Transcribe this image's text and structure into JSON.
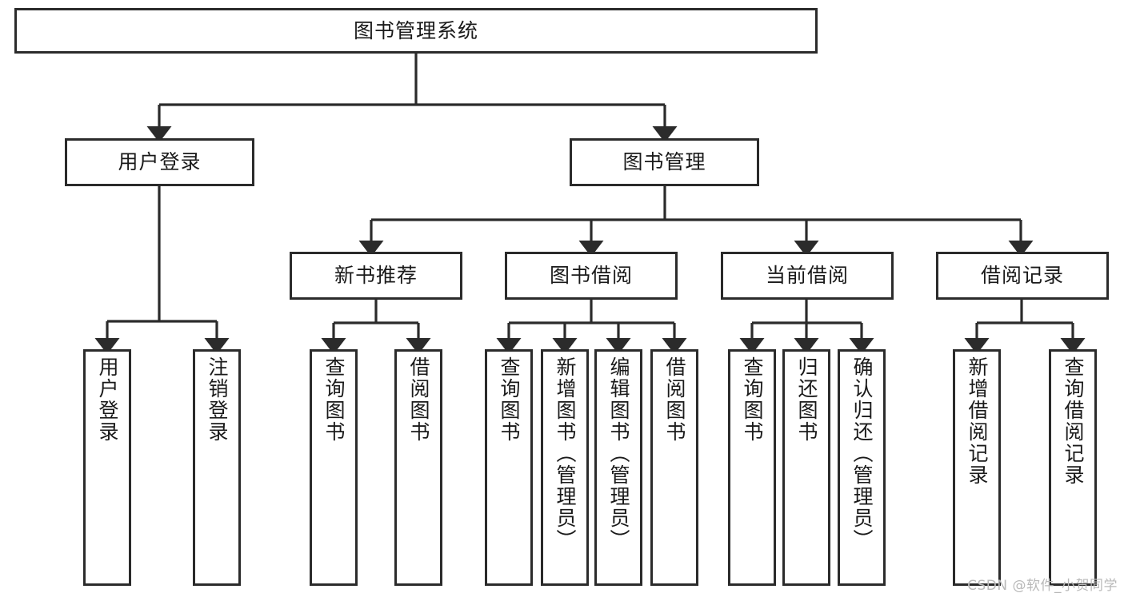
{
  "diagram": {
    "type": "tree-hierarchy-chart",
    "title": "图书管理系统",
    "stroke_color": "#2b2b2b",
    "fill_color": "#ffffff",
    "text_color": "#1a1a1a"
  },
  "root": {
    "label": "图书管理系统"
  },
  "level2": [
    {
      "label": "用户登录"
    },
    {
      "label": "图书管理"
    }
  ],
  "level3": [
    {
      "label": "新书推荐"
    },
    {
      "label": "图书借阅"
    },
    {
      "label": "当前借阅"
    },
    {
      "label": "借阅记录"
    }
  ],
  "leaves": {
    "user_login": [
      {
        "label": "用户登录"
      },
      {
        "label": "注销登录"
      }
    ],
    "new_book_recommend": [
      {
        "label": "查询图书"
      },
      {
        "label": "借阅图书"
      }
    ],
    "book_borrow": [
      {
        "label": "查询图书"
      },
      {
        "label": "新增图书（管理员）"
      },
      {
        "label": "编辑图书（管理员）"
      },
      {
        "label": "借阅图书"
      }
    ],
    "current_borrow": [
      {
        "label": "查询图书"
      },
      {
        "label": "归还图书"
      },
      {
        "label": "确认归还（管理员）"
      }
    ],
    "borrow_record": [
      {
        "label": "新增借阅记录"
      },
      {
        "label": "查询借阅记录"
      }
    ]
  },
  "watermark": {
    "text": "CSDN @软件_小贺同学"
  }
}
